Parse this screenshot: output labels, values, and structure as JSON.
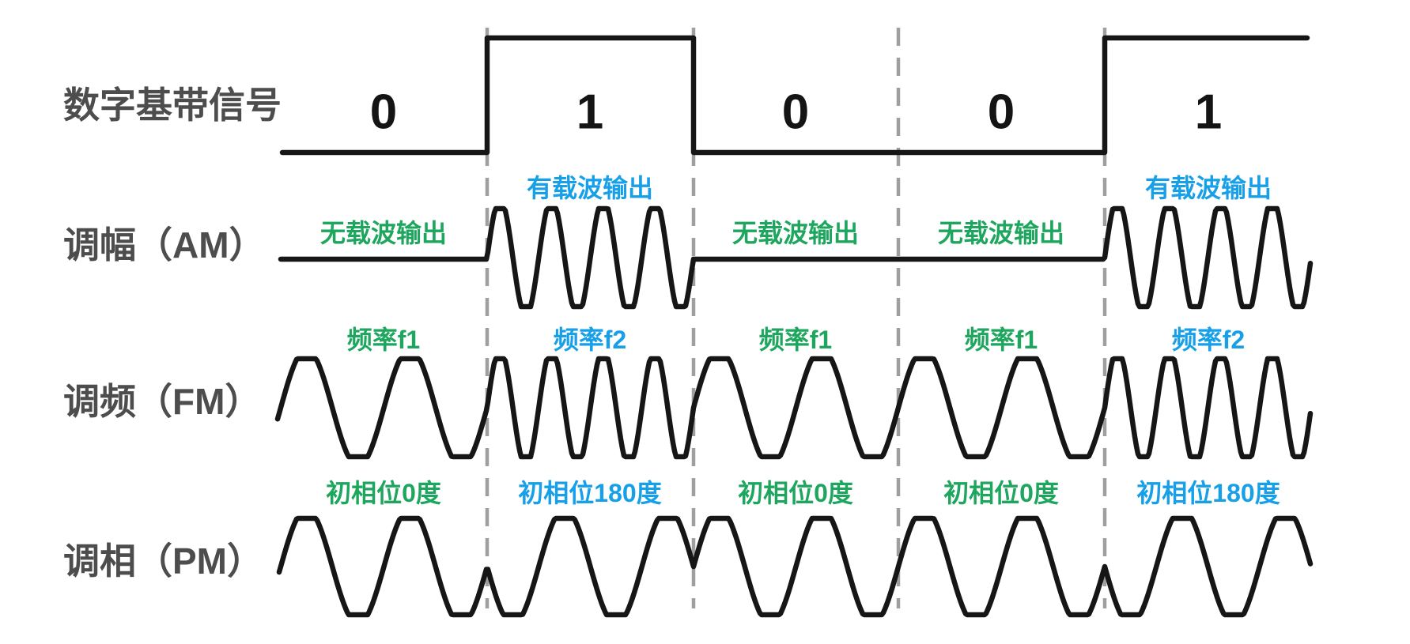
{
  "colors": {
    "background": "#ffffff",
    "wave": "#161616",
    "dashed_divider": "#9f9f9f",
    "row_label": "#4d4d4d",
    "bit_label": "#141414",
    "green_label": "#1ea65e",
    "blue_label": "#17a0e8"
  },
  "rows": {
    "baseband": {
      "label": "数字基带信号",
      "bits": [
        "0",
        "1",
        "0",
        "0",
        "1"
      ]
    },
    "am": {
      "label": "调幅（AM）",
      "segments": [
        {
          "text": "无载波输出",
          "tone": "green"
        },
        {
          "text": "有载波输出",
          "tone": "blue"
        },
        {
          "text": "无载波输出",
          "tone": "green"
        },
        {
          "text": "无载波输出",
          "tone": "green"
        },
        {
          "text": "有载波输出",
          "tone": "blue"
        }
      ]
    },
    "fm": {
      "label": "调频（FM）",
      "segments": [
        {
          "text": "频率f1",
          "tone": "green"
        },
        {
          "text": "频率f2",
          "tone": "blue"
        },
        {
          "text": "频率f1",
          "tone": "green"
        },
        {
          "text": "频率f1",
          "tone": "green"
        },
        {
          "text": "频率f2",
          "tone": "blue"
        }
      ]
    },
    "pm": {
      "label": "调相（PM）",
      "segments": [
        {
          "text": "初相位0度",
          "tone": "green"
        },
        {
          "text": "初相位180度",
          "tone": "blue"
        },
        {
          "text": "初相位0度",
          "tone": "green"
        },
        {
          "text": "初相位0度",
          "tone": "green"
        },
        {
          "text": "初相位180度",
          "tone": "blue"
        }
      ]
    }
  },
  "signal": {
    "bits": [
      "0",
      "1",
      "0",
      "0",
      "1"
    ],
    "am": {
      "bit0_behavior": "无载波输出",
      "bit1_behavior": "有载波输出",
      "carrier_cycles_per_bit": 4
    },
    "fm": {
      "bit0_frequency": "f1",
      "bit1_frequency": "f2",
      "f1_cycles_per_bit": 2,
      "f2_cycles_per_bit": 4
    },
    "pm": {
      "bit0_phase_deg": 0,
      "bit1_phase_deg": 180,
      "cycles_per_bit": 2
    }
  }
}
